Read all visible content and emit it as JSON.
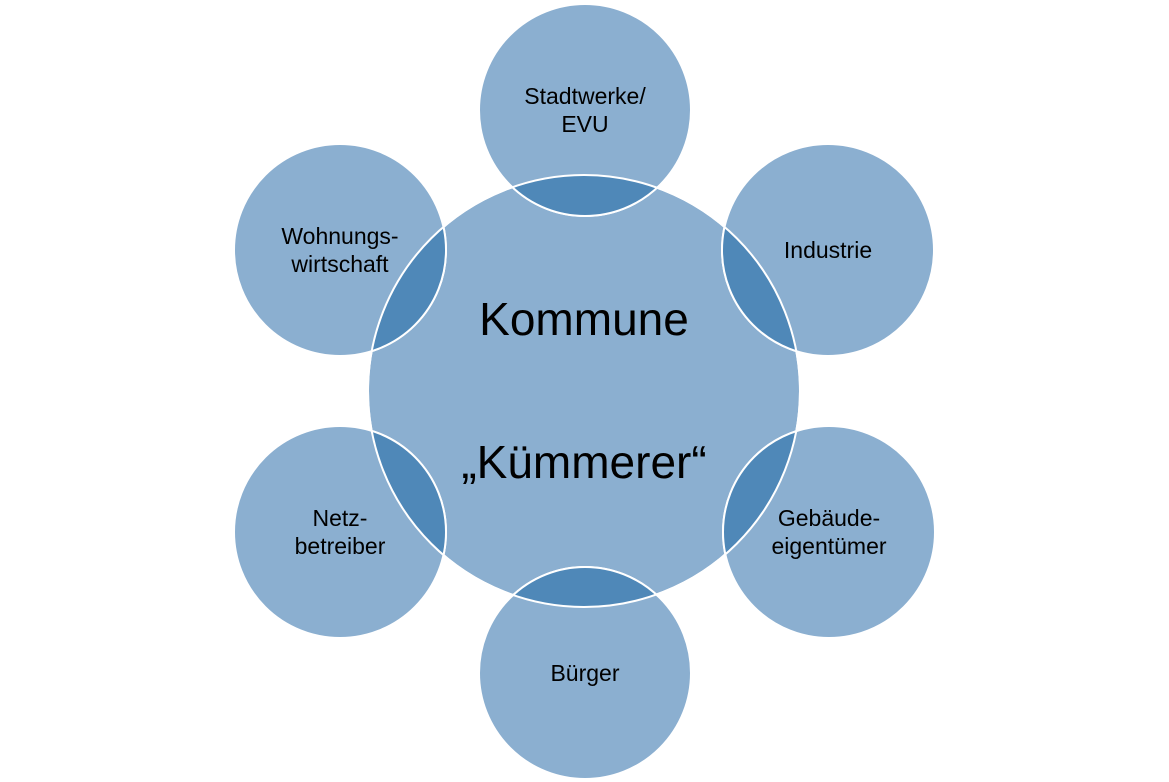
{
  "colors": {
    "circle_fill": "#8BAFD0",
    "overlap_fill": "#4F88B8",
    "stroke": "#ffffff",
    "text": "#000000"
  },
  "center": {
    "line1": "Kommune",
    "line2": "„Kümmerer“"
  },
  "nodes": [
    {
      "id": "stadtwerke",
      "label": "Stadtwerke/\nEVU"
    },
    {
      "id": "industrie",
      "label": "Industrie"
    },
    {
      "id": "gebaeudeeigentuemer",
      "label": "Gebäude-\neigentümer"
    },
    {
      "id": "buerger",
      "label": "Bürger"
    },
    {
      "id": "netzbetreiber",
      "label": "Netz-\nbetreiber"
    },
    {
      "id": "wohnungswirtschaft",
      "label": "Wohnungs-\nwirtschaft"
    }
  ]
}
